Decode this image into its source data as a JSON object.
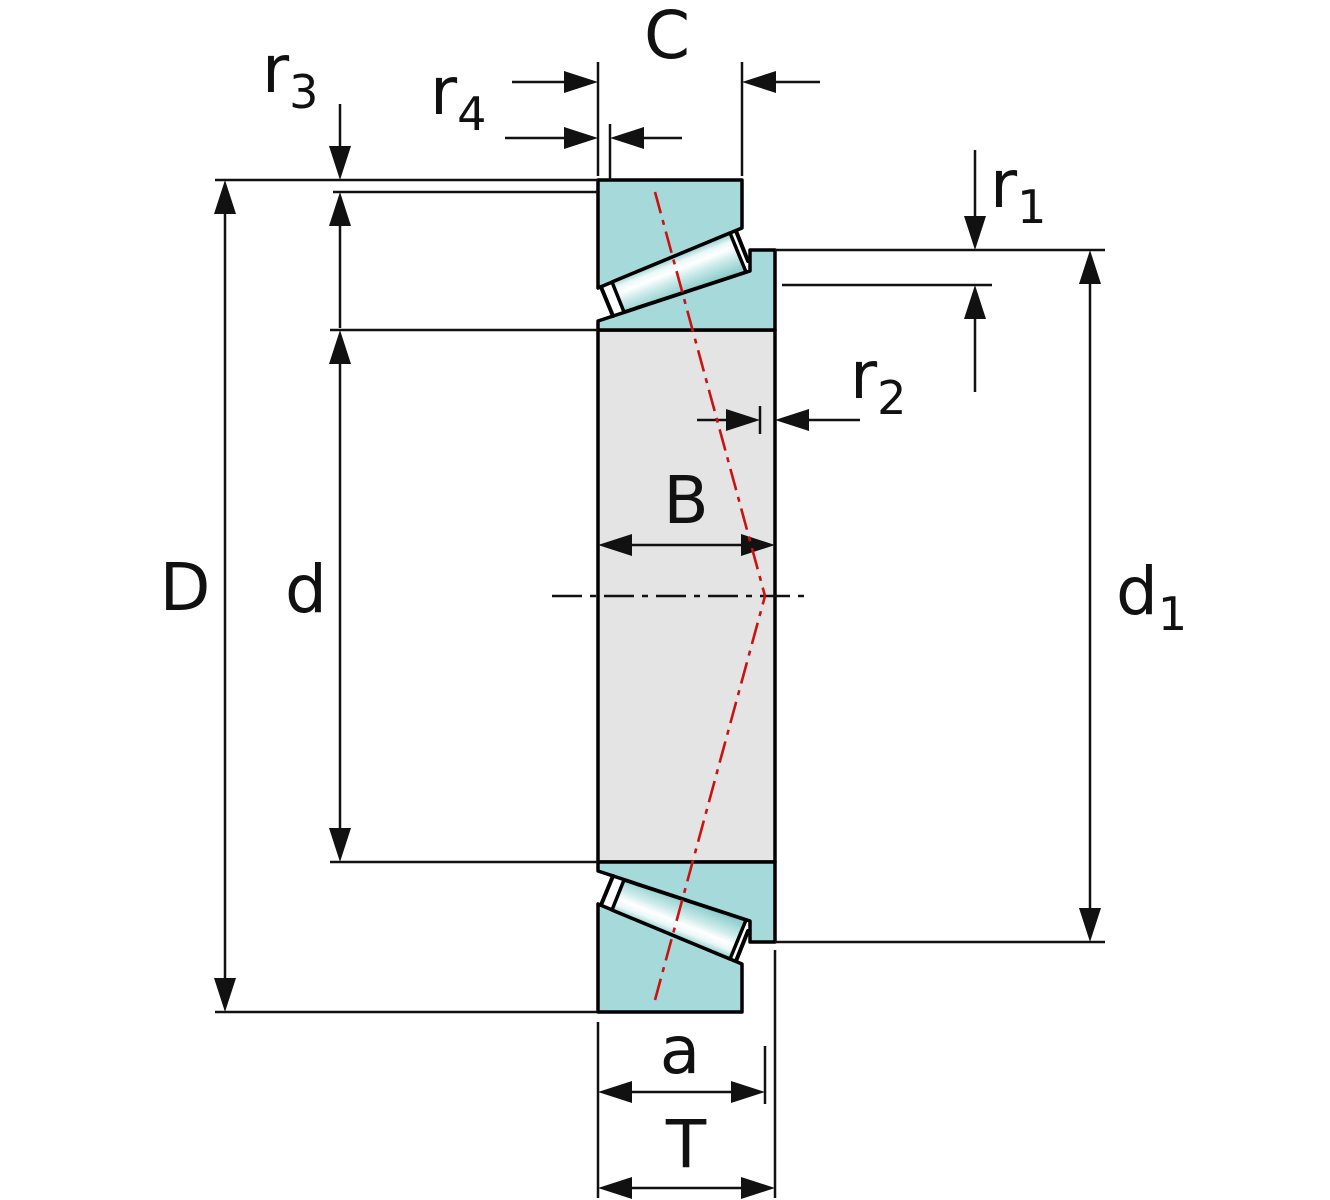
{
  "drawing": {
    "colors": {
      "ring_fill": "#a6d9d9",
      "bore_fill": "#e4e4e4",
      "outline": "#000000",
      "pressure_line_red": "#cc1111",
      "roller_gradient": [
        "#8fcfce",
        "#eaf7f7",
        "#ffffff",
        "#cdeaea",
        "#8fcfce"
      ]
    },
    "labels": {
      "D": {
        "base": "D"
      },
      "d": {
        "base": "d"
      },
      "d1": {
        "base": "d",
        "sub": "1"
      },
      "B": {
        "base": "B"
      },
      "C": {
        "base": "C"
      },
      "T": {
        "base": "T"
      },
      "a": {
        "base": "a"
      },
      "r1": {
        "base": "r",
        "sub": "1"
      },
      "r2": {
        "base": "r",
        "sub": "2"
      },
      "r3": {
        "base": "r",
        "sub": "3"
      },
      "r4": {
        "base": "r",
        "sub": "4"
      }
    }
  }
}
